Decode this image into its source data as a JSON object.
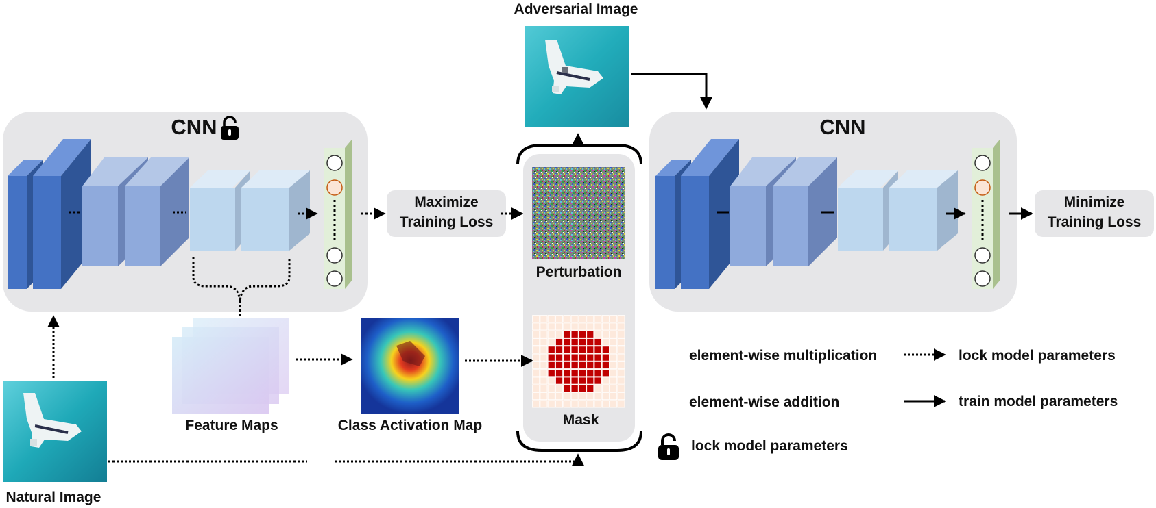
{
  "labels": {
    "adversarial_image": "Adversarial Image",
    "cnn_locked": "CNN",
    "cnn_trained": "CNN",
    "maximize_loss_line1": "Maximize",
    "maximize_loss_line2": "Training Loss",
    "minimize_loss_line1": "Minimize",
    "minimize_loss_line2": "Training Loss",
    "perturbation": "Perturbation",
    "mask": "Mask",
    "feature_maps": "Feature Maps",
    "class_activation_map": "Class Activation Map",
    "natural_image": "Natural Image"
  },
  "legend": {
    "multiplication": "element-wise multiplication",
    "addition": "element-wise addition",
    "lock_dotted": "lock model parameters",
    "train_solid": "train model parameters",
    "lock_icon": "lock model parameters"
  },
  "icons": {
    "lock": "lock-icon"
  },
  "colors": {
    "panel": "#e6e6e8",
    "layer_dark": "#4472c4",
    "layer_mid": "#8faadc",
    "layer_light": "#bdd7ee",
    "output_vector": "#e2efd9",
    "highlight_node": "#f4b183",
    "mask_red": "#c00000",
    "mask_grid": "#fbe5d6"
  }
}
